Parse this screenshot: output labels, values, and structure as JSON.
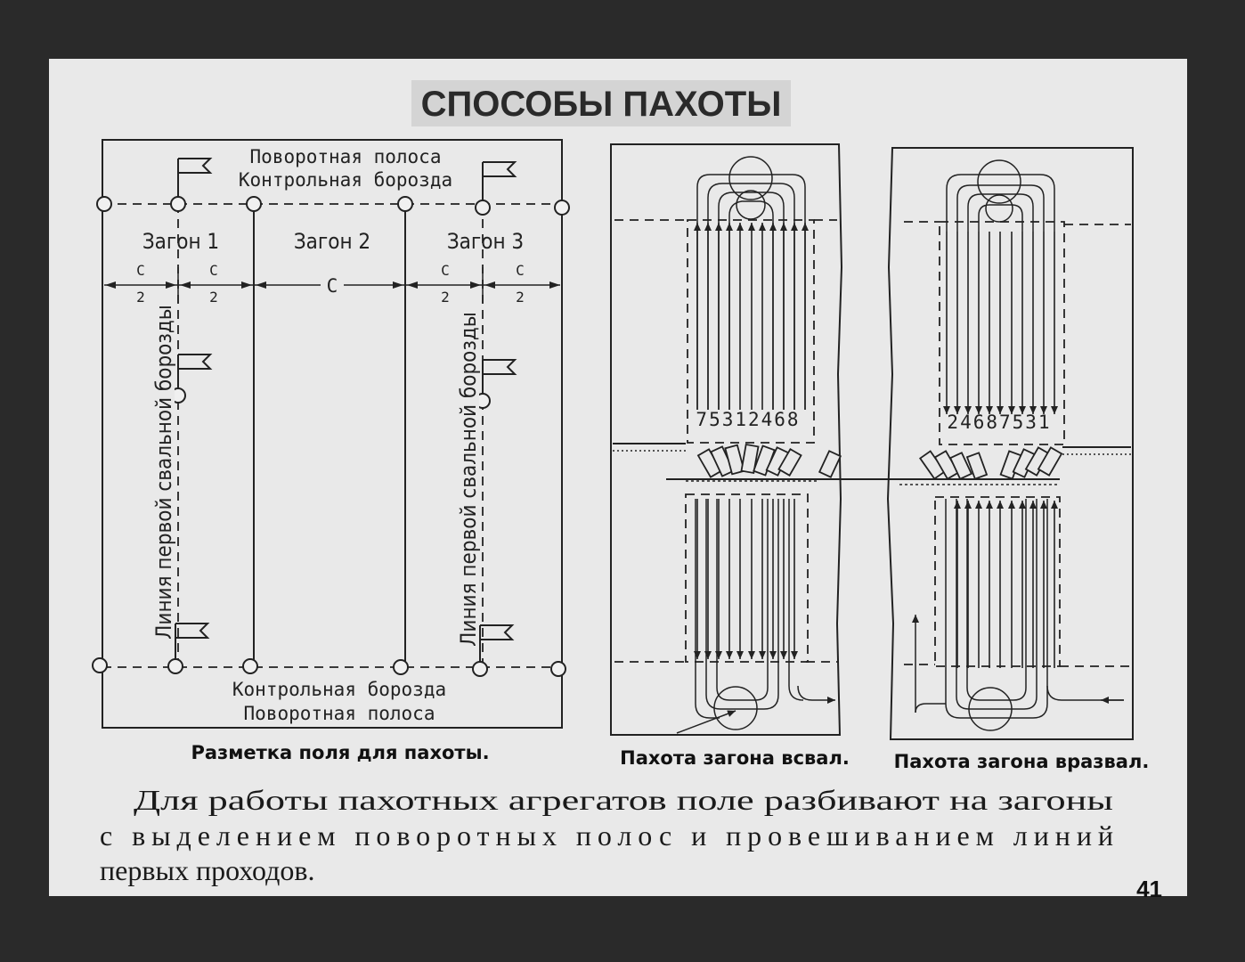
{
  "title": "СПОСОБЫ ПАХОТЫ",
  "left_diagram": {
    "top_label_1": "Поворотная полоса",
    "top_label_2": "Контрольная борозда",
    "zagon_1": "Загон 1",
    "zagon_2": "Загон 2",
    "zagon_3": "Загон 3",
    "c_full": "С",
    "c_num": "С",
    "c_den": "2",
    "vertical_label": "Линия первой свальной борозды",
    "bottom_label_1": "Контрольная борозда",
    "bottom_label_2": "Поворотная полоса",
    "caption": "Разметка поля для пахоты."
  },
  "middle_diagram": {
    "sequence": "75312468",
    "caption": "Пахота загона всвал."
  },
  "right_diagram": {
    "sequence": "24687531",
    "caption": "Пахота загона вразвал."
  },
  "body_lines": [
    "Для работы пахотных агрегатов поле разбивают на загоны",
    "с выделением поворотных полос и провешиванием линий",
    "первых проходов."
  ],
  "page_number": "41"
}
